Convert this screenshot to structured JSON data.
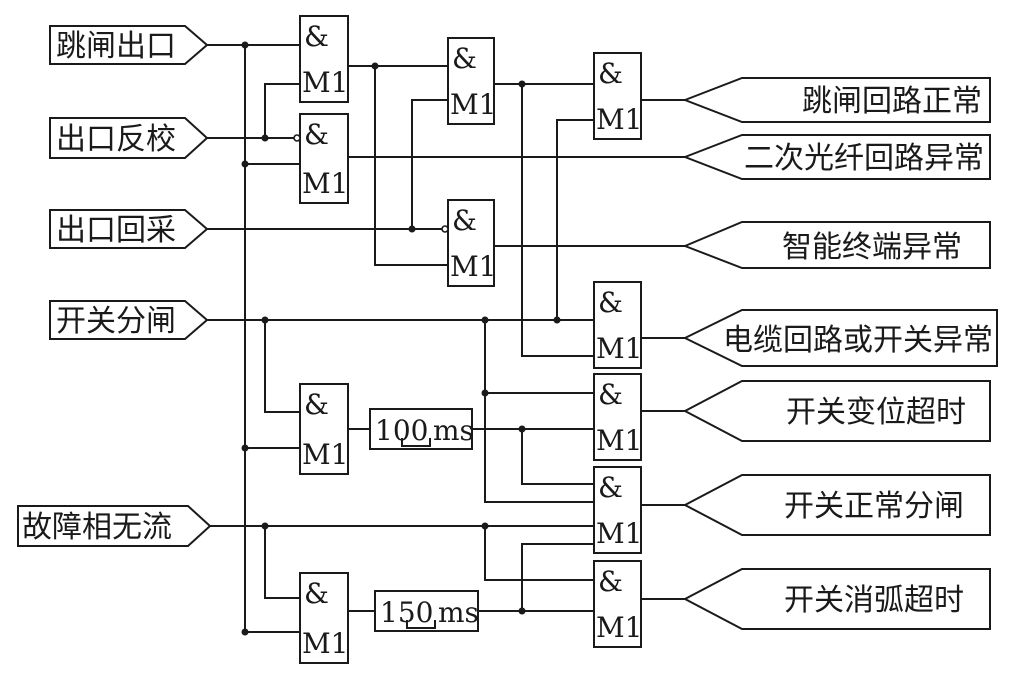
{
  "inputs": {
    "trip_out": "跳闸出口",
    "out_check": "出口反校",
    "out_sample": "出口回采",
    "switch_open": "开关分闸",
    "fault_no_current": "故障相无流"
  },
  "outputs": {
    "trip_loop_ok": "跳闸回路正常",
    "fiber_loop_abnormal": "二次光纤回路异常",
    "terminal_abnormal": "智能终端异常",
    "cable_or_switch_abnormal": "电缆回路或开关异常",
    "switch_move_timeout": "开关变位超时",
    "switch_normal_open": "开关正常分闸",
    "arc_extinguish_timeout": "开关消弧超时"
  },
  "gate": {
    "symbol": "&",
    "label": "M1"
  },
  "timers": {
    "t1": {
      "value": "100",
      "unit": "ms"
    },
    "t2": {
      "value": "150",
      "unit": "ms"
    }
  }
}
